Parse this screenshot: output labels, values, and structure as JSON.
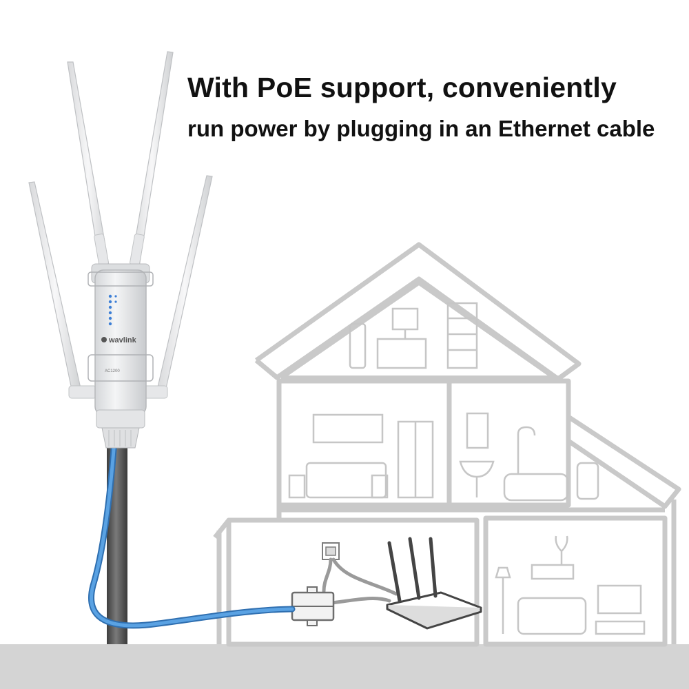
{
  "headline": {
    "line1": "With PoE support, conveniently",
    "line2": "run power by plugging in an Ethernet cable"
  },
  "device": {
    "brand_label": "wavlink",
    "model_label": "AC1200"
  },
  "colors": {
    "cable": "#4f92d2",
    "house_outline": "#c9c9c9",
    "ground": "#d4d4d4",
    "pole": "#5a5a5a",
    "device_body": "#e9eaec",
    "led": "#3d7fd6"
  },
  "icons": [
    "outdoor-access-point",
    "house-diagram",
    "poe-injector",
    "router",
    "power-outlet"
  ]
}
